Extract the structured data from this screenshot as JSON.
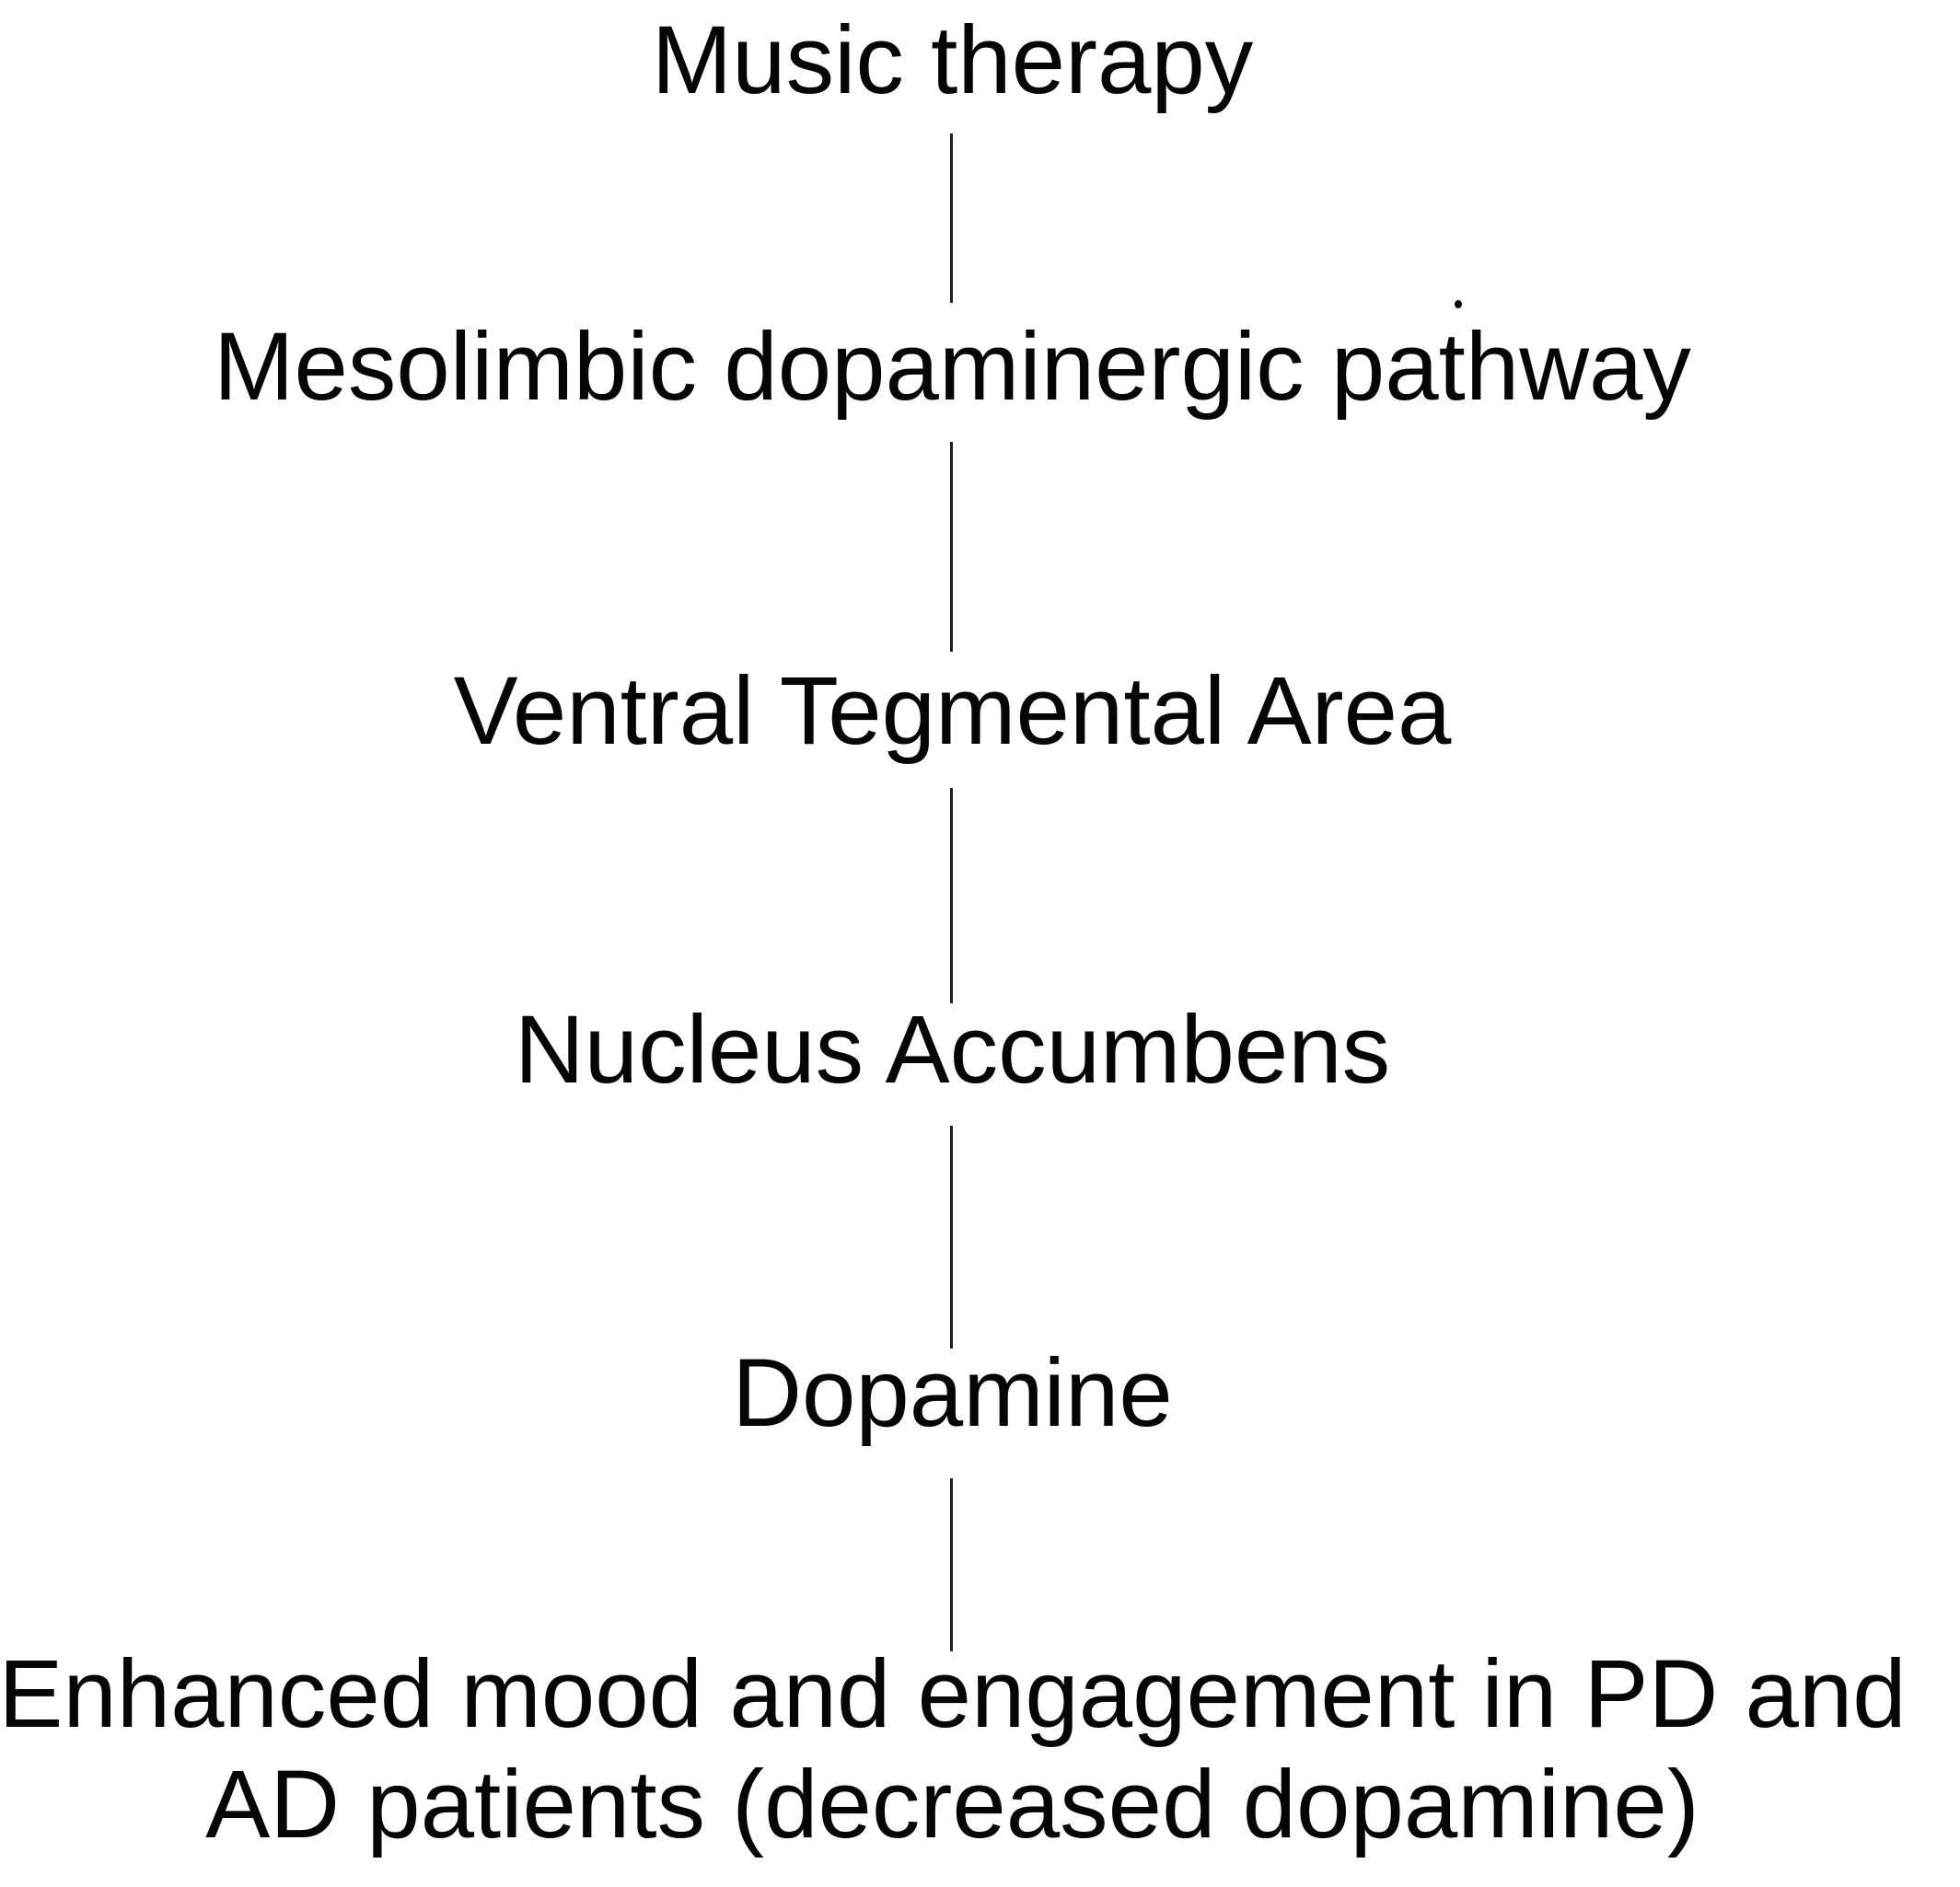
{
  "diagram": {
    "type": "flow",
    "direction": "top-down",
    "nodes": [
      {
        "id": "music-therapy",
        "lines": [
          "Music therapy"
        ]
      },
      {
        "id": "mesolimbic-pathway",
        "lines": [
          "Mesolimbic dopaminergic pathway"
        ]
      },
      {
        "id": "ventral-tegmental-area",
        "lines": [
          "Ventral Tegmental Area"
        ]
      },
      {
        "id": "nucleus-accumbens",
        "lines": [
          "Nucleus Accumbens"
        ]
      },
      {
        "id": "dopamine",
        "lines": [
          "Dopamine"
        ]
      },
      {
        "id": "outcome",
        "lines": [
          "Enhanced mood and engagement in PD and",
          "AD patients (decreased dopamine)"
        ]
      }
    ],
    "edges": [
      {
        "from": "music-therapy",
        "to": "mesolimbic-pathway"
      },
      {
        "from": "mesolimbic-pathway",
        "to": "ventral-tegmental-area"
      },
      {
        "from": "ventral-tegmental-area",
        "to": "nucleus-accumbens"
      },
      {
        "from": "nucleus-accumbens",
        "to": "dopamine"
      },
      {
        "from": "dopamine",
        "to": "outcome"
      }
    ],
    "colors": {
      "background": "#ffffff",
      "text": "#050505",
      "connector": "#1e1e1e"
    }
  }
}
